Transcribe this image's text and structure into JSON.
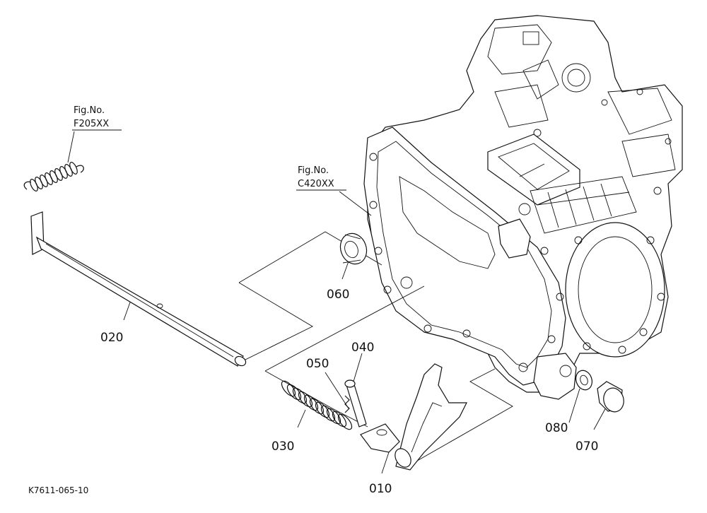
{
  "figure_refs": [
    {
      "line1": "Fig.No.",
      "line2": "F205XX"
    },
    {
      "line1": "Fig.No.",
      "line2": "C420XX"
    }
  ],
  "parts": [
    "010",
    "020",
    "030",
    "040",
    "050",
    "060",
    "070",
    "080"
  ],
  "drawing_code": "K7611-065-10"
}
